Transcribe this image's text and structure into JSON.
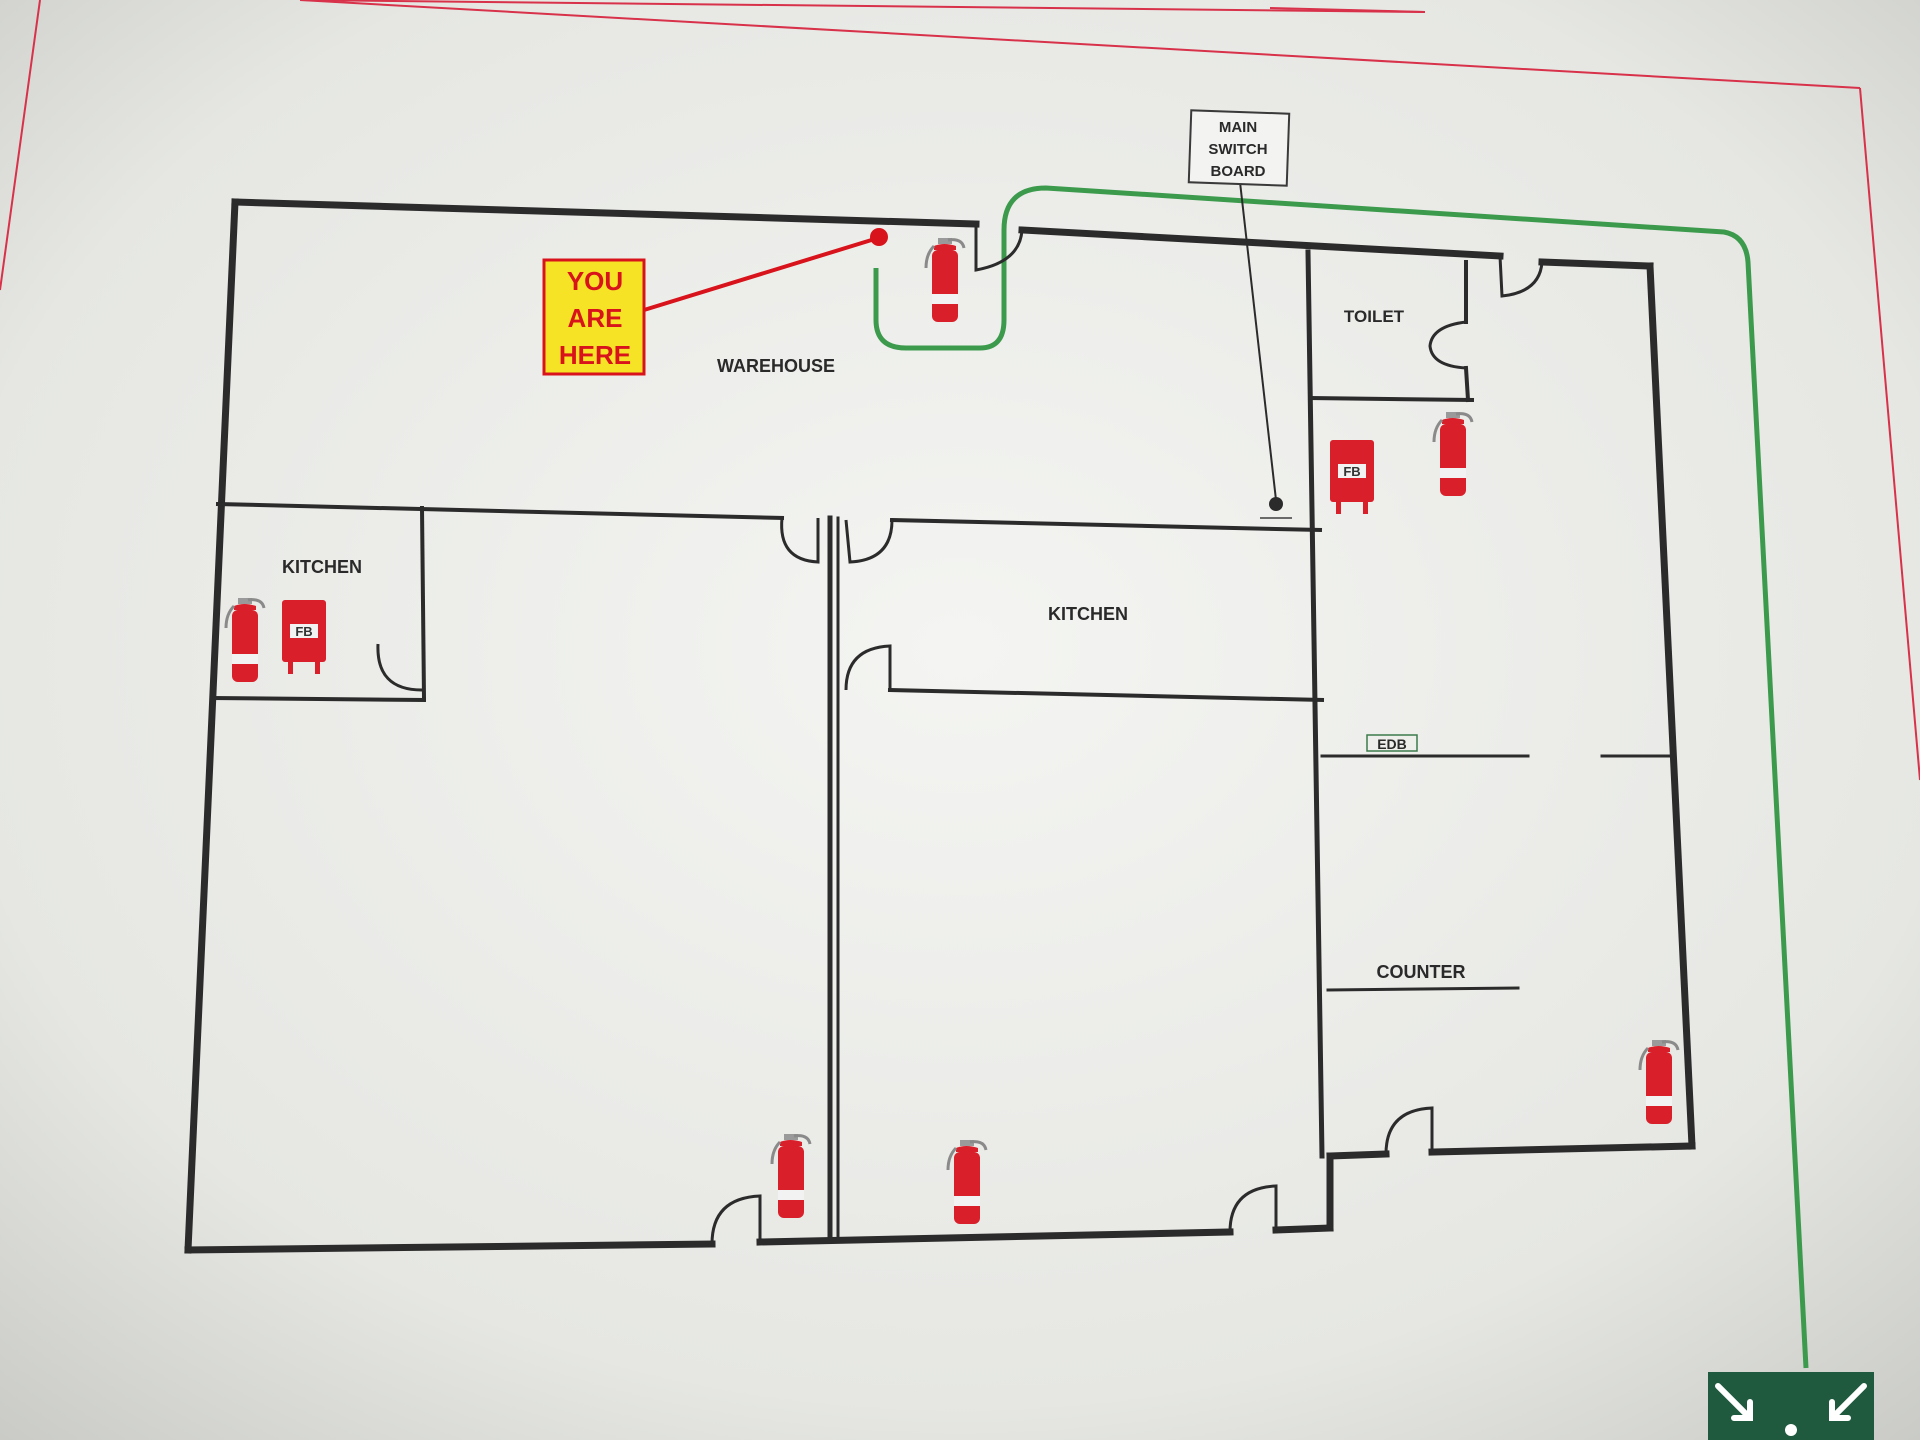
{
  "plan": {
    "you_are_here": [
      "YOU",
      "ARE",
      "HERE"
    ],
    "main_switch_board": [
      "MAIN",
      "SWITCH",
      "BOARD"
    ],
    "rooms": {
      "warehouse": "WAREHOUSE",
      "kitchen_left": "KITCHEN",
      "kitchen_center": "KITCHEN",
      "toilet": "TOILET",
      "counter": "COUNTER",
      "edb": "EDB"
    },
    "fire_blanket_label": "FB",
    "icons": {
      "extinguisher": "fire-extinguisher-icon",
      "fire_blanket": "fire-blanket-icon",
      "exit": "assembly-point-exit-sign"
    },
    "colors": {
      "paper": "#ecedea",
      "walls": "#2b2b2b",
      "escape_route": "#3c9a4c",
      "border": "#d8314a",
      "you_are_here_bg": "#f6e326",
      "you_are_here_text": "#d8131b",
      "extinguisher": "#d81f2a",
      "exit_sign": "#1f5a3e"
    }
  }
}
